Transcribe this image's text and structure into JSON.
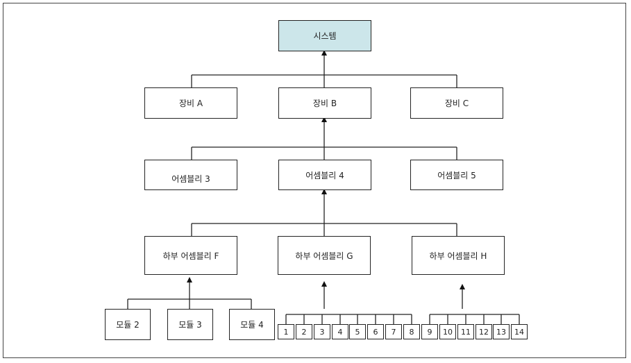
{
  "diagram": {
    "root": "시스템",
    "level1": [
      "장비 A",
      "장비 B",
      "장비 C"
    ],
    "level2": [
      "어셈블리 3",
      "어셈블리 4",
      "어셈블리 5"
    ],
    "level3": [
      "하부 어셈블리 F",
      "하부 어셈블리 G",
      "하부 어셈블리 H"
    ],
    "modules": [
      "모듈 2",
      "모듈 3",
      "모듈 4"
    ],
    "parts_g": [
      "1",
      "2",
      "3",
      "4",
      "5",
      "6",
      "7",
      "8"
    ],
    "parts_h": [
      "9",
      "10",
      "11",
      "12",
      "13",
      "14"
    ]
  }
}
